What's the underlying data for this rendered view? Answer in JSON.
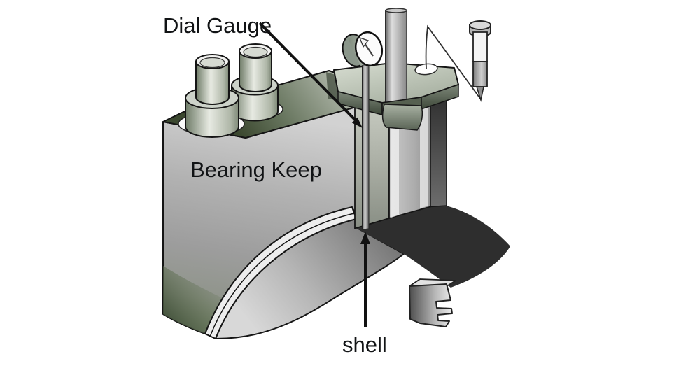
{
  "diagram": {
    "labels": {
      "dial_gauge": "Dial Gauge",
      "bearing_keep": "Bearing Keep",
      "shell": "shell"
    },
    "colors": {
      "background": "#ffffff",
      "label_text": "#111315",
      "shell_fill": "#2e2e2e",
      "metal_light": "#d9d9d9",
      "metal_mid": "#9a9a9a",
      "metal_green_dark": "#46543f",
      "outline": "#151515"
    }
  }
}
